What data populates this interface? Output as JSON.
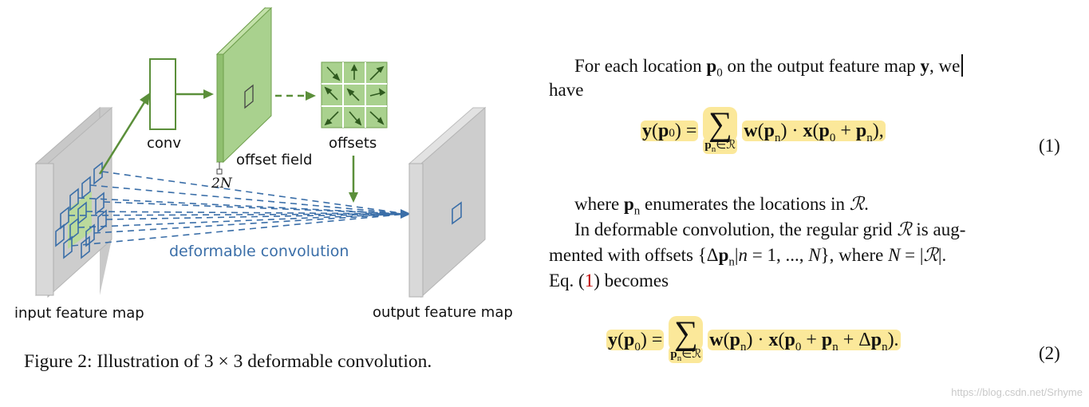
{
  "figure": {
    "labels": {
      "conv": "conv",
      "offset_field": "offset field",
      "offsets": "offsets",
      "two_n": "2N",
      "deformable_convolution": "deformable convolution",
      "input_feature_map": "input feature map",
      "output_feature_map": "output feature map"
    },
    "caption": "Figure 2: Illustration of 3 × 3 deformable convolution.",
    "colors": {
      "green": "#5b8f3a",
      "light_green": "#a9d18e",
      "blue": "#3a6ea8",
      "gray": "#c8c8c8"
    }
  },
  "text": {
    "para1_line1": "For each location",
    "para1_p0": "p",
    "para1_line1b": "on the output feature map",
    "para1_y": "y",
    "para1_we": ", we",
    "para1_line2": "have",
    "where_line": "where",
    "where_rest": "enumerates the locations in",
    "para2_line1": "In deformable convolution, the regular grid",
    "para2_line1b": "is aug-",
    "para2_line2": "mented with offsets",
    "para2_line2b": ", where",
    "para3_eq": "Eq. (",
    "para3_ref": "1",
    "para3_rest": ") becomes"
  },
  "equations": {
    "eq1_number": "(1)",
    "eq2_number": "(2)",
    "sum_under": "pₙ∈ℛ"
  },
  "watermark": "https://blog.csdn.net/Srhyme"
}
